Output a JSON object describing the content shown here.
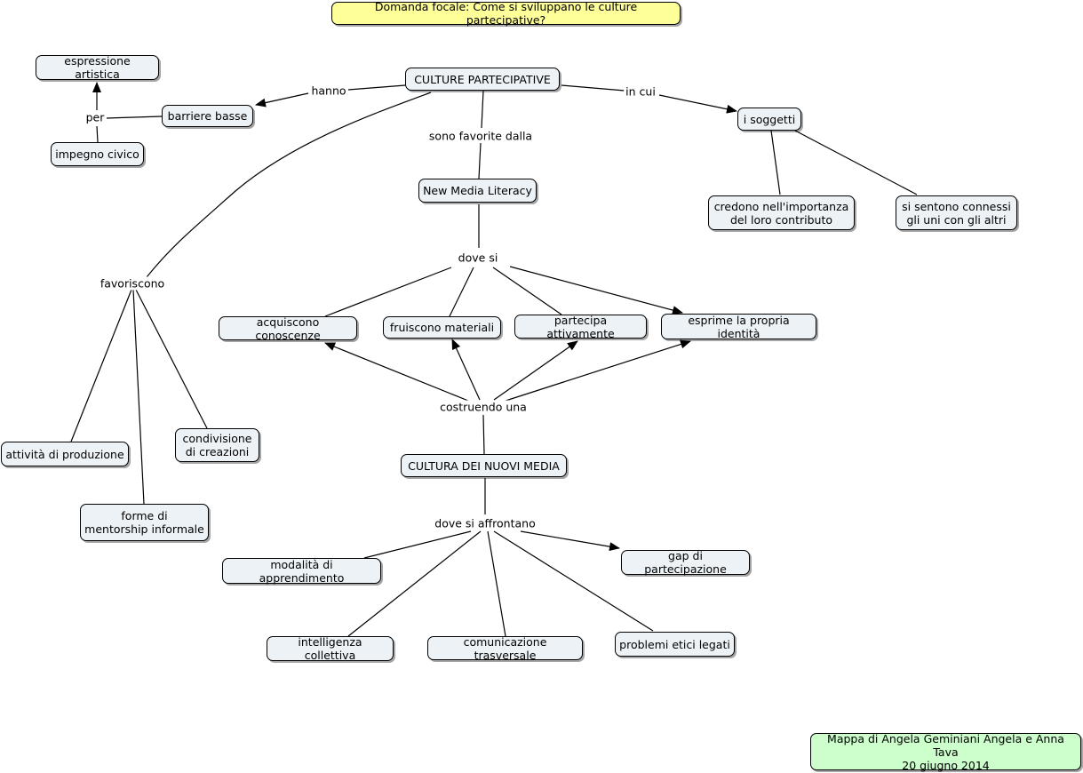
{
  "map": {
    "focus_question": "Domanda focale:  Come si sviluppano le culture partecipative?",
    "credit": "Mappa di Angela Geminiani Angela e Anna Tava\n20 giugno 2014",
    "colors": {
      "focus_fill": "#ffff99",
      "credit_fill": "#ccffcc",
      "node_fill": "#edf2f6",
      "line": "#000000"
    },
    "concepts": {
      "culture_partecipative": "CULTURE PARTECIPATIVE",
      "espressione_artistica": "espressione artistica",
      "barriere_basse": "barriere basse",
      "impegno_civico": "impegno civico",
      "i_soggetti": "i soggetti",
      "credono": "credono nell'importanza\ndel loro contributo",
      "si_sentono": "si sentono connessi\ngli uni con gli altri",
      "new_media_literacy": "New Media Literacy",
      "acquiscono": "acquiscono conoscenze",
      "fruiscono": "fruiscono materiali",
      "partecipa": "partecipa attivamente",
      "esprime": "esprime la propria identità",
      "attivita": "attività di produzione",
      "condivisione": "condivisione\ndi creazioni",
      "forme": "forme di\nmentorship informale",
      "cultura_nuovi_media": "CULTURA DEI NUOVI MEDIA",
      "modalita": "modalità di apprendimento",
      "gap": "gap di partecipazione",
      "intelligenza": "intelligenza collettiva",
      "comunicazione": "comunicazione trasversale",
      "problemi": "problemi etici legati"
    },
    "linking_phrases": {
      "hanno": "hanno",
      "in_cui": "in cui",
      "per": "per",
      "sono_favorite": "sono favorite dalla",
      "dove_si": "dove si",
      "favoriscono": "favoriscono",
      "costruendo": "costruendo una",
      "dove_si_affrontano": "dove si affrontano"
    }
  }
}
